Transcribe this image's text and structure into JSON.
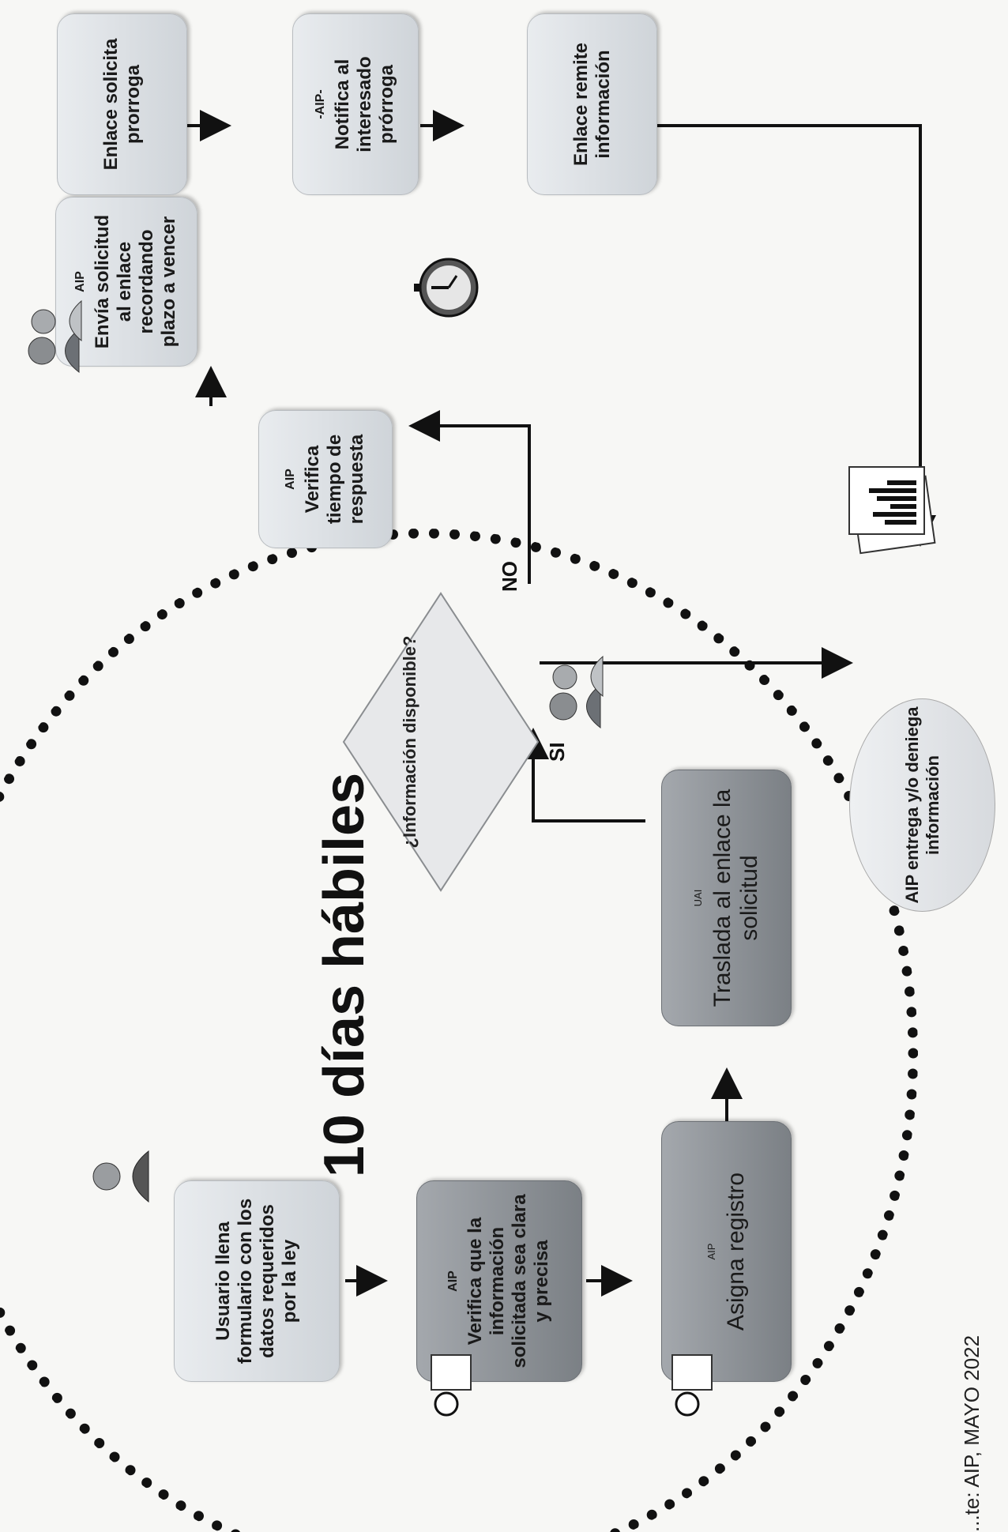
{
  "title": "10 días hábiles",
  "boxes": {
    "usuario": {
      "text": "Usuario llena formulario con los datos requeridos por la ley"
    },
    "verifica": {
      "role": "AIP",
      "text": "Verifica que la información solicitada sea clara y precisa"
    },
    "asigna": {
      "role": "AIP",
      "text": "Asigna registro"
    },
    "traslada": {
      "role": "UAI",
      "text": "Traslada al enlace la solicitud"
    },
    "envia": {
      "role": "AIP",
      "text": "Envía solicitud al enlace recordando plazo a vencer"
    },
    "verifica_tiempo": {
      "role": "AIP",
      "text": "Verifica tiempo de respuesta"
    },
    "prorroga": {
      "text": "Enlace solicita prorroga"
    },
    "notifica": {
      "role": "-AIP-",
      "text": "Notifica al interesado prórroga"
    },
    "remite": {
      "text": "Enlace remite información"
    }
  },
  "decision": {
    "text": "¿Información disponible?",
    "yes": "SI",
    "no": "NO"
  },
  "final": {
    "text": "AIP entrega y/o deniega información"
  },
  "source": "...te: AIP, MAYO 2022"
}
